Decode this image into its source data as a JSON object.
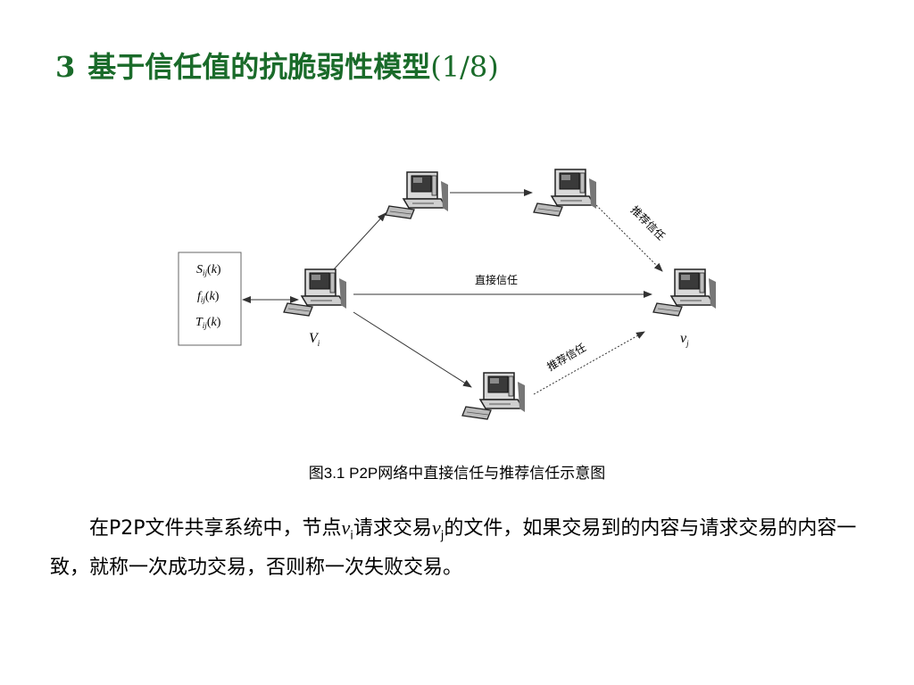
{
  "title": {
    "number": "3",
    "text": "基于信任值的抗脆弱性模型",
    "paren": "(1/8)"
  },
  "diagram": {
    "box_lines": [
      {
        "a": "S",
        "sub": "ij",
        "b": "(",
        "k": "k",
        "c": ")"
      },
      {
        "a": "f",
        "sub": "ij",
        "b": "(",
        "k": "k",
        "c": ")"
      },
      {
        "a": "T",
        "sub": "ij",
        "b": "(",
        "k": "k",
        "c": ")"
      }
    ],
    "label_direct": "直接信任",
    "label_recommend_top": "推荐信任",
    "label_recommend_bottom": "推荐信任",
    "node_vi": {
      "v": "V",
      "sub": "i"
    },
    "node_vj": {
      "v": "v",
      "sub": "j"
    },
    "colors": {
      "title": "#1a6b2a",
      "line": "#555555"
    }
  },
  "caption": "图3.1 P2P网络中直接信任与推荐信任示意图",
  "paragraph": {
    "p1": "在P2P文件共享系统中，节点",
    "v1": "v",
    "s1": "i",
    "p2": "请求交易",
    "v2": "v",
    "s2": "j",
    "p3": "的文件，如果交易到的内容与请求交易的内容一致，就称一次成功交易，否则称一次失败交易。"
  }
}
